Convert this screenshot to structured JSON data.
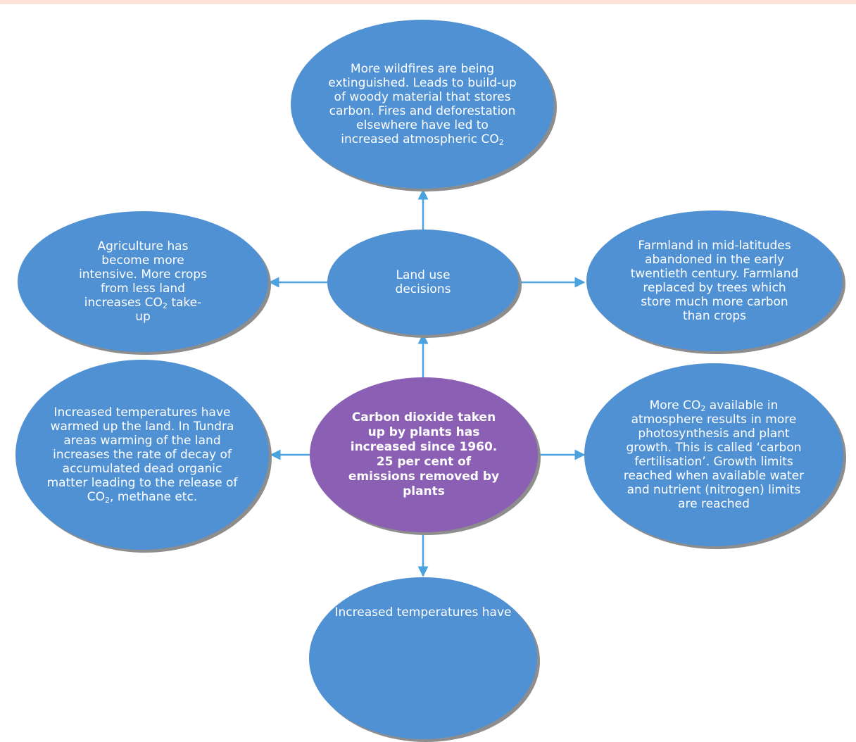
{
  "colors": {
    "node_fill": "#5091d4",
    "center_fill": "#8a5fb4",
    "shadow": "#8d8d8d",
    "arrow": "#4aa3df",
    "top_band": "#fde0d6"
  },
  "diagram": {
    "top": {
      "pre": "More wildfires are being extinguished. Leads to build-up of woody material that stores carbon. Fires and deforestation elsewhere have led to increased atmospheric CO",
      "sub": "2",
      "post": ""
    },
    "left_upper": {
      "pre": "Agriculture has become more intensive. More crops from less land increases CO",
      "sub": "2",
      "post": " take-up"
    },
    "land_use": {
      "text": "Land use decisions"
    },
    "right_upper": {
      "text": "Farmland in mid-latitudes abandoned in the early twentieth century. Farmland replaced by trees which store much more carbon than crops"
    },
    "left_lower": {
      "pre": "Increased temperatures have warmed up the land. In Tundra areas warming of the land increases the rate of decay of accumulated dead organic matter leading to the release of CO",
      "sub": "2",
      "post": ", methane etc."
    },
    "center": {
      "text": "Carbon dioxide taken up by plants has increased since 1960. 25 per cent of emissions removed by plants"
    },
    "right_lower": {
      "pre": "More CO",
      "sub": "2",
      "post": " available in atmosphere results in more photosynthesis and plant growth. This is called ‘carbon fertilisation’. Growth limits reached when available water and nutrient (nitrogen) limits are reached"
    },
    "bottom": {
      "text": "Increased temperatures have"
    }
  }
}
